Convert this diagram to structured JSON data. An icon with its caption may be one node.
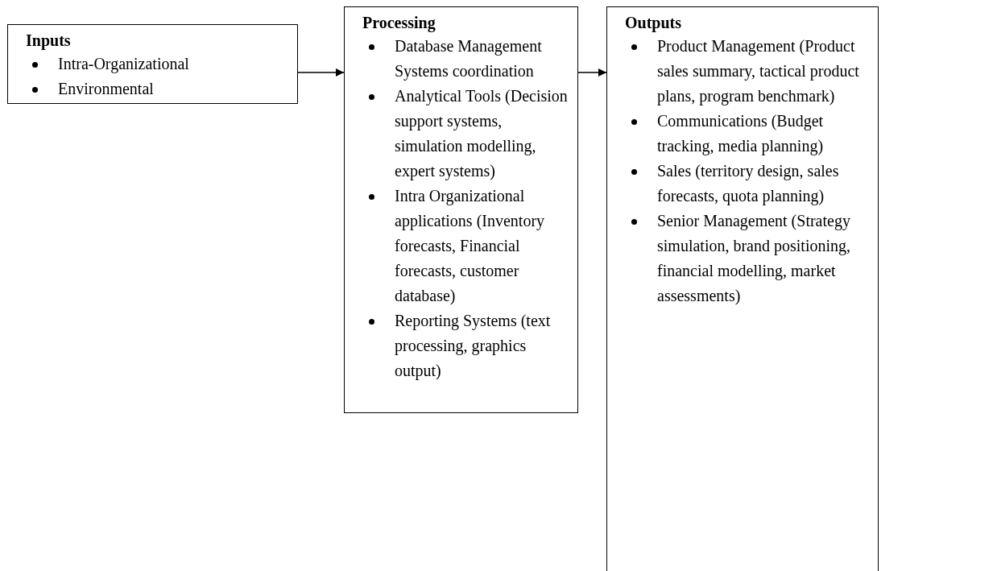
{
  "diagram": {
    "nodes": [
      {
        "text": [
          "Inputs",
          "Intra-Organizational",
          "Environmental"
        ]
      },
      {
        "text": [
          "Processing",
          "Database Management Systems coordination",
          "Analytical Tools (Decision support systems, simulation modelling, expert systems)",
          "Intra Organizational applications (Inventory forecasts, Financial forecasts, customer database)",
          "Reporting Systems (text processing, graphics output)"
        ]
      },
      {
        "text": [
          "Outputs",
          "Product Management (Product sales summary, tactical product plans, program benchmark)",
          "Communications (Budget tracking, media planning)",
          "Sales (territory design, sales forecasts, quota planning)",
          "Senior Management (Strategy simulation, brand positioning, financial modelling, market assessments)"
        ]
      }
    ],
    "edges": [
      {
        "from": 0,
        "to": 1,
        "arrow": "to"
      },
      {
        "from": 1,
        "to": 2,
        "arrow": "to"
      }
    ]
  }
}
